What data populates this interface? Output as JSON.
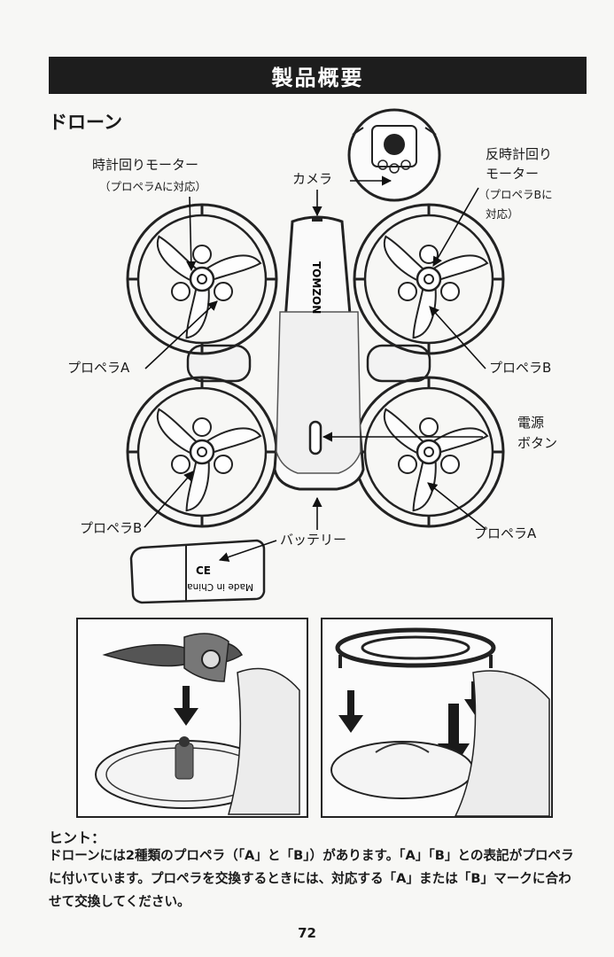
{
  "header": {
    "title": "製品概要"
  },
  "section": {
    "title": "ドローン"
  },
  "labels": {
    "clockwise_motor": "時計回りモーター",
    "clockwise_motor_note": "（プロペラAに対応）",
    "camera": "カメラ",
    "ccw_motor_line1": "反時計回り",
    "ccw_motor_line2": "モーター",
    "ccw_motor_note1": "（プロペラBに",
    "ccw_motor_note2": "対応）",
    "propeller_a_left": "プロペラA",
    "propeller_b_right": "プロペラB",
    "power_line1": "電源",
    "power_line2": "ボタン",
    "propeller_b_left": "プロペラB",
    "propeller_a_right": "プロペラA",
    "battery": "バッテリー"
  },
  "drone_body": {
    "brand": "TOMZON"
  },
  "battery_pack": {
    "made_in": "Made in China",
    "marks": "CE"
  },
  "hint": {
    "title": "ヒント：",
    "text": "ドローンには2種類のプロペラ（「A」と「B」）があります。「A」「B」との表記がプロペラに付いています。プロペラを交換するときには、対応する「A」または「B」マークに合わせて交換してください。"
  },
  "page_number": "72"
}
